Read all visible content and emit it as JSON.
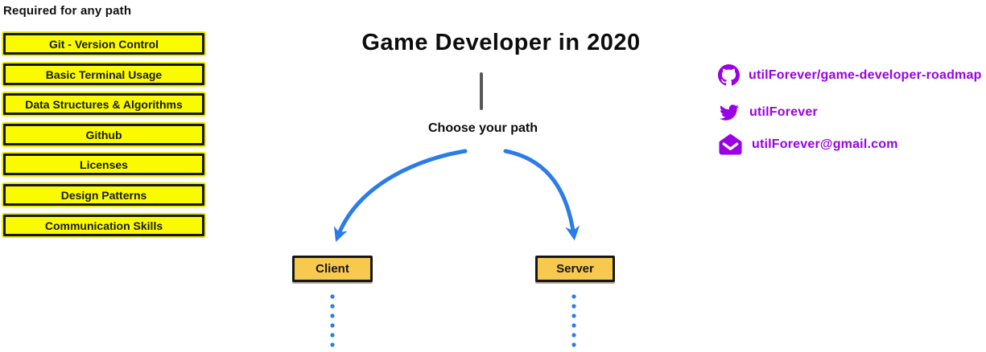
{
  "left_panel": {
    "heading": "Required for any path",
    "items": [
      "Git - Version Control",
      "Basic Terminal Usage",
      "Data Structures & Algorithms",
      "Github",
      "Licenses",
      "Design Patterns",
      "Communication Skills"
    ]
  },
  "main": {
    "title": "Game Developer in 2020",
    "choose_label": "Choose your path",
    "paths": [
      {
        "label": "Client"
      },
      {
        "label": "Server"
      }
    ]
  },
  "contact": {
    "items": [
      {
        "icon": "github-icon",
        "label": "utilForever/game-developer-roadmap"
      },
      {
        "icon": "twitter-icon",
        "label": "utilForever"
      },
      {
        "icon": "email-icon",
        "label": "utilForever@gmail.com"
      }
    ]
  },
  "colors": {
    "topic_box_fill": "#fbfb00",
    "topic_box_border": "#161616",
    "node_fill": "#f7c94f",
    "arrow_blue": "#2b7ce9",
    "contact_purple": "#9900e6",
    "stem_gray": "#595959"
  }
}
